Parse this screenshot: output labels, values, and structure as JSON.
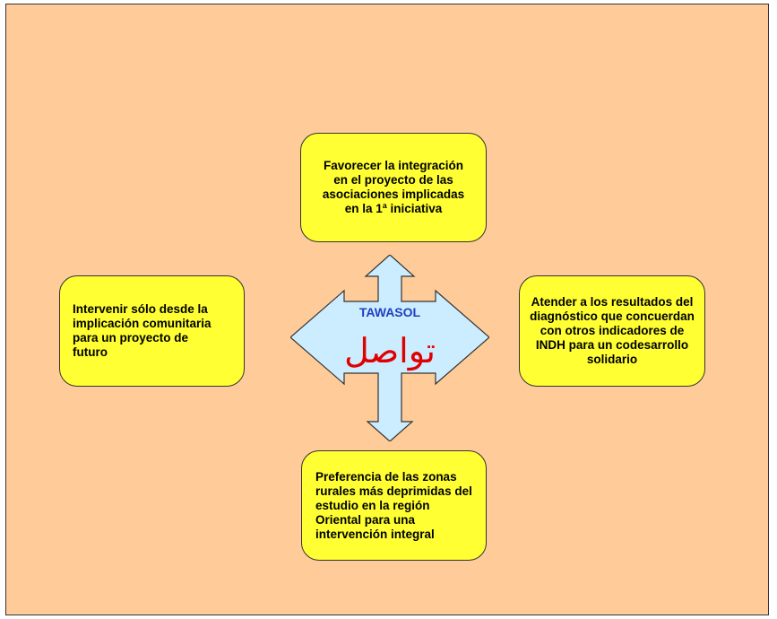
{
  "diagram": {
    "center": {
      "label_latin": "TAWASOL",
      "label_arabic": "تواصل"
    },
    "boxes": {
      "top": "Favorecer la integración en el proyecto de las asociaciones implicadas en la 1ª iniciativa",
      "left": "Intervenir sólo desde la implicación comunitaria para un proyecto de futuro",
      "right": "Atender a los resultados del diagnóstico que concuerdan con otros indicadores de INDH para un codesarrollo solidario",
      "bottom": "Preferencia de las zonas rurales más deprimidas del estudio en la región Oriental para una intervención integral"
    }
  },
  "colors": {
    "background": "#FFCC99",
    "box_fill": "#FFFF33",
    "arrow_fill": "#CCECFF",
    "latin_text": "#1F3FBF",
    "arabic_text": "#E00000"
  }
}
